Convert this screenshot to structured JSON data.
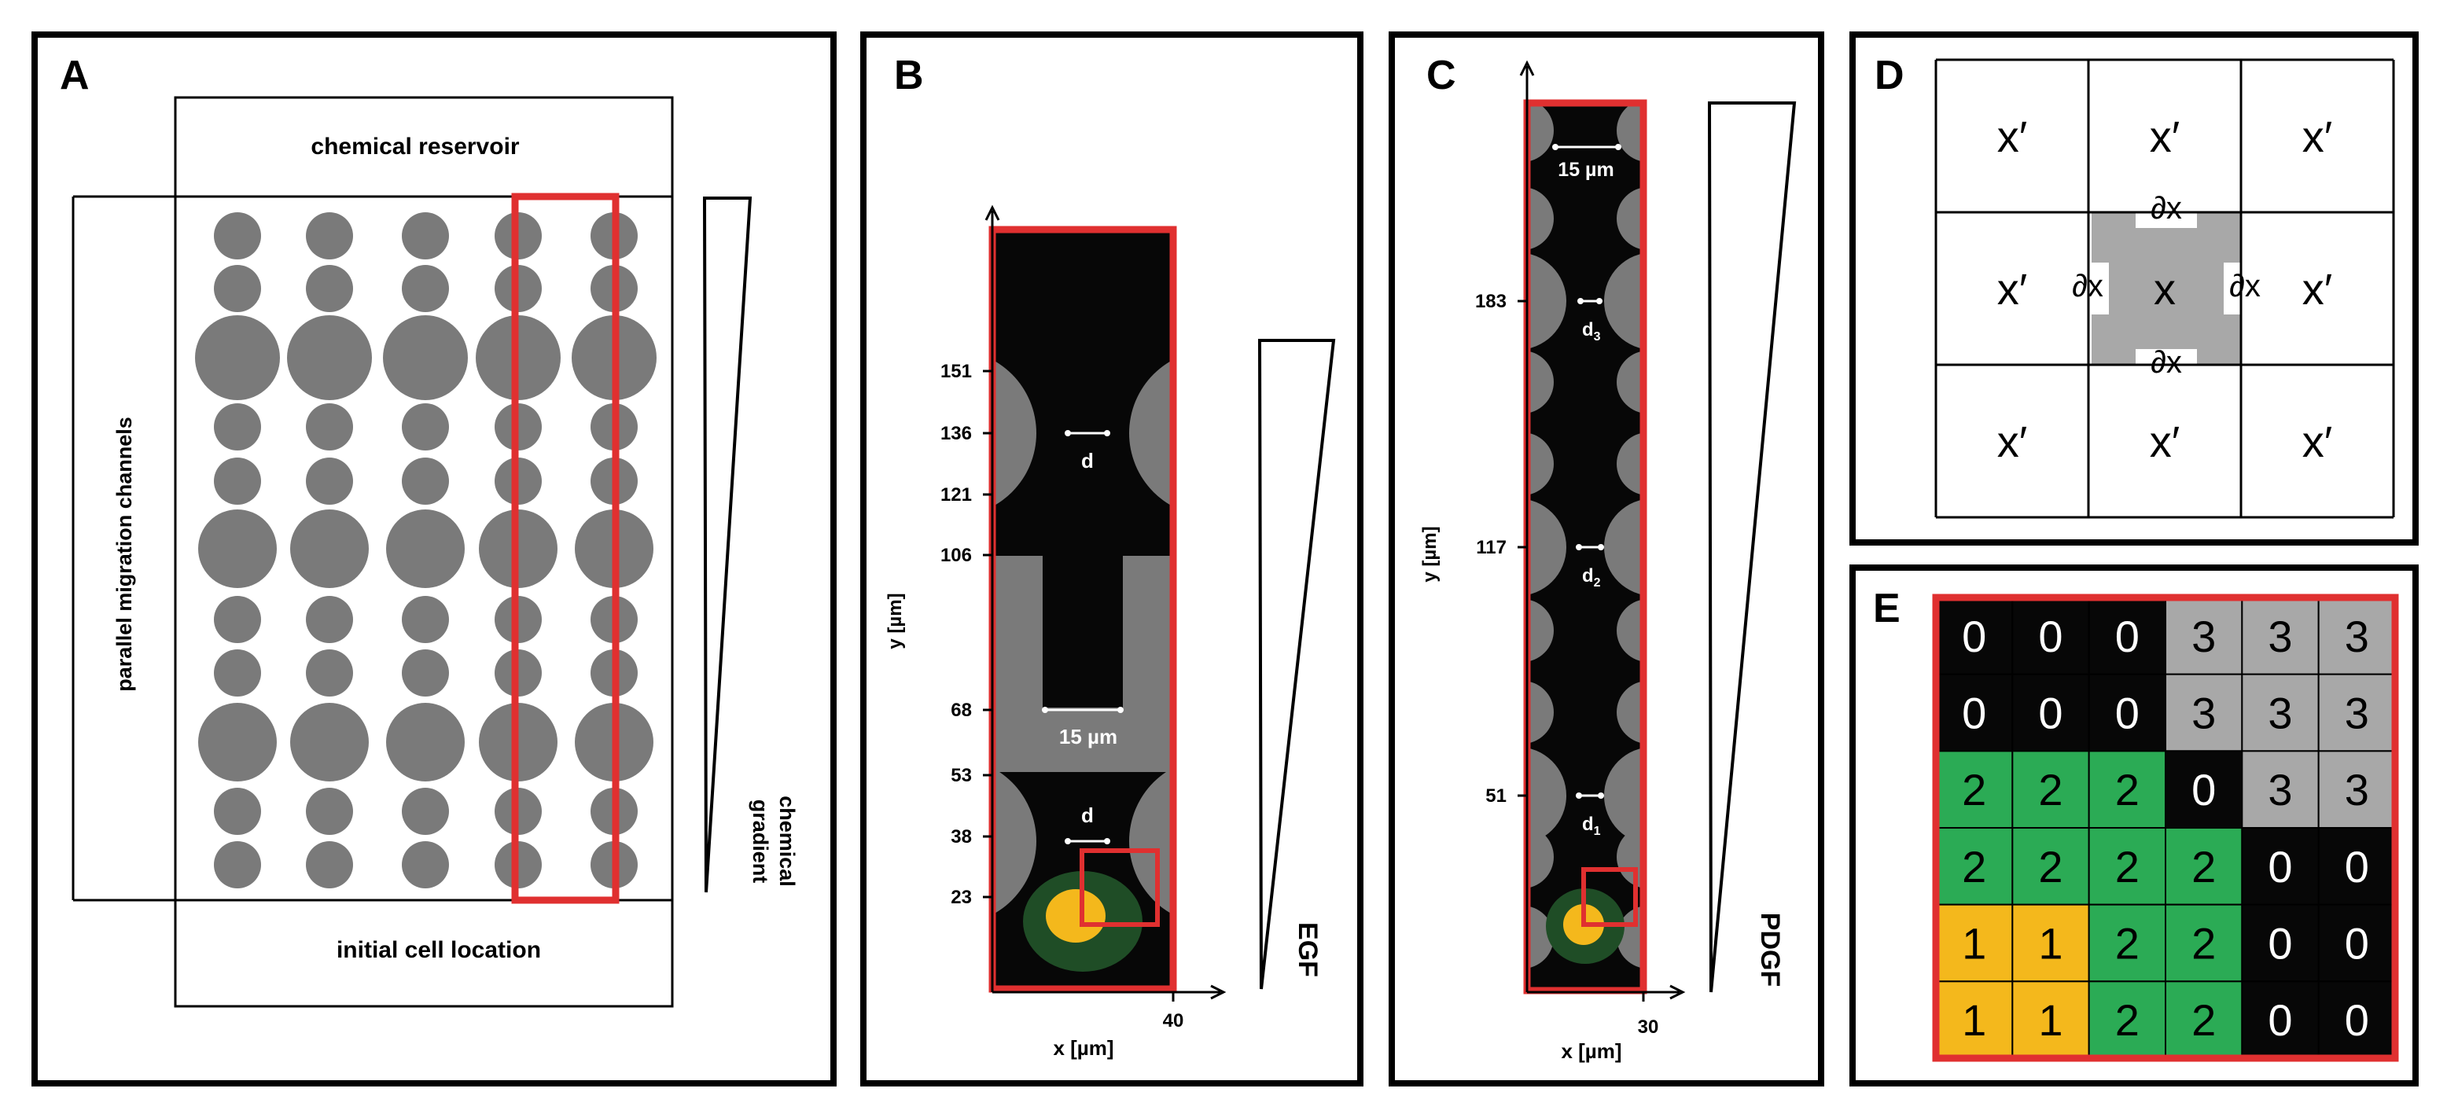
{
  "colors": {
    "cell_gray": "#7a7a7a",
    "red_outline": "#e03030",
    "black": "#070707",
    "green": "#2bab55",
    "dark_green": "#1f4d26",
    "orange": "#f4b81c",
    "light_gray": "#a8a8a8"
  },
  "panel_a": {
    "label": "A",
    "reservoir_label": "chemical reservoir",
    "channels_label": "parallel migration channels",
    "cell_location_label": "initial  cell  location",
    "gradient_label_line1": "chemical",
    "gradient_label_line2": "gradient"
  },
  "panel_b": {
    "label": "B",
    "y_axis_label": "y [µm]",
    "x_axis_label": "x [µm]",
    "x_max_tick": "40",
    "y_ticks": [
      "151",
      "136",
      "121",
      "106",
      "68",
      "53",
      "38",
      "23"
    ],
    "gap_label_d": "d",
    "width_label": "15 µm",
    "chemical": "EGF"
  },
  "panel_c": {
    "label": "C",
    "y_axis_label": "y [µm]",
    "x_axis_label": "x [µm]",
    "x_max_tick": "30",
    "y_ticks": [
      "183",
      "117",
      "51"
    ],
    "width_label": "15 µm",
    "gap_labels": [
      "d",
      "d",
      "d"
    ],
    "gap_subscripts": [
      "3",
      "2",
      "1"
    ],
    "chemical": "PDGF"
  },
  "panel_d": {
    "label": "D",
    "grid": [
      [
        "x′",
        "x′",
        "x′"
      ],
      [
        "x′",
        "x",
        "x′"
      ],
      [
        "x′",
        "x′",
        "x′"
      ]
    ],
    "boundary_label": "∂x"
  },
  "panel_e": {
    "label": "E",
    "grid": [
      [
        "0",
        "0",
        "0",
        "3",
        "3",
        "3"
      ],
      [
        "0",
        "0",
        "0",
        "3",
        "3",
        "3"
      ],
      [
        "2",
        "2",
        "2",
        "0",
        "3",
        "3"
      ],
      [
        "2",
        "2",
        "2",
        "2",
        "0",
        "0"
      ],
      [
        "1",
        "1",
        "2",
        "2",
        "0",
        "0"
      ],
      [
        "1",
        "1",
        "2",
        "2",
        "0",
        "0"
      ]
    ]
  }
}
